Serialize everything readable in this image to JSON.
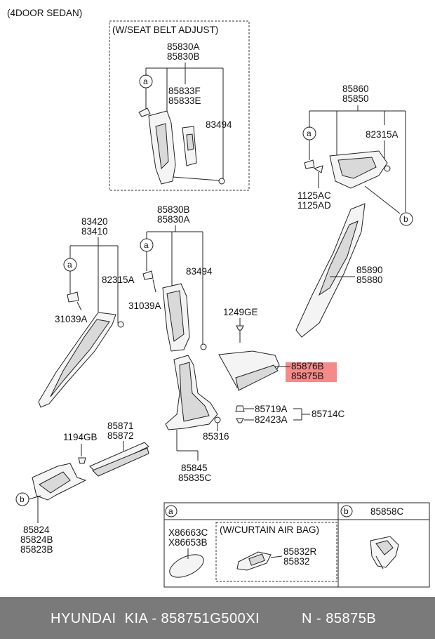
{
  "header": {
    "variant": "(4DOOR SEDAN)"
  },
  "seatbelt_group": {
    "title": "(W/SEAT BELT ADJUST)",
    "code_top_a": "85830A",
    "code_top_b": "85830B",
    "code_cover_a": "85833F",
    "code_cover_b": "85833E",
    "code_clip": "83494",
    "marker": "a"
  },
  "rear_pillar": {
    "code_a": "85860",
    "code_b": "85850",
    "clip": "82315A",
    "bolt_a": "1125AC",
    "bolt_b": "1125AD",
    "marker_a": "a",
    "marker_b": "b"
  },
  "front_pillar": {
    "code_a": "83420",
    "code_b": "83410",
    "clip": "82315A",
    "screw": "31039A",
    "marker": "a"
  },
  "center_pillar_upper": {
    "code_a": "85830B",
    "code_b": "85830A",
    "clip": "83494",
    "screw": "31039A",
    "marker": "a"
  },
  "c_pillar_lower": {
    "code_a": "85890",
    "code_b": "85880"
  },
  "rear_trim": {
    "bolt": "1249GE",
    "code_a": "85876B",
    "code_b": "85875B",
    "nut": "85719A",
    "clip": "82423A",
    "assy": "85714C"
  },
  "center_pillar_lower": {
    "clip": "85316",
    "code_a": "85845",
    "code_b": "85835C"
  },
  "scuff_front": {
    "screw": "1194GB",
    "code_a": "85871",
    "code_b": "85872"
  },
  "cowl_trim": {
    "marker": "b",
    "code_a": "85824",
    "code_b": "85824B",
    "code_c": "85823B"
  },
  "legend": {
    "a_marker": "a",
    "a_code1": "X86663C",
    "a_code2": "X86653B",
    "airbag_title": "(W/CURTAIN AIR BAG)",
    "airbag_code1": "85832R",
    "airbag_code2": "85832",
    "b_marker": "b",
    "b_code": "85858C"
  },
  "highlight_color": "#f48a8a",
  "footer": {
    "left": "HYUNDAI  KIA - 858751G500XI",
    "right": "N - 85875B",
    "background": "#7a7a7a"
  }
}
